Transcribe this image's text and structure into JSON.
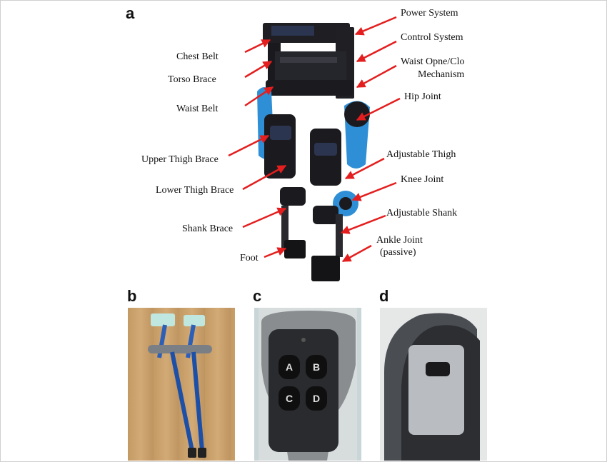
{
  "panels": {
    "a": "a",
    "b": "b",
    "c": "c",
    "d": "d"
  },
  "labels_left": {
    "chest_belt": "Chest Belt",
    "torso_brace": "Torso Brace",
    "waist_belt": "Waist Belt",
    "upper_thigh_brace": "Upper Thigh Brace",
    "lower_thigh_brace": "Lower Thigh Brace",
    "shank_brace": "Shank Brace",
    "foot": "Foot"
  },
  "labels_right": {
    "power_system": "Power System",
    "control_system": "Control System",
    "waist_mech_line1": "Waist Opne/Clo",
    "waist_mech_line2": "Mechanism",
    "hip_joint": "Hip Joint",
    "adjustable_thigh": "Adjustable Thigh",
    "knee_joint": "Knee Joint",
    "adjustable_shank": "Adjustable Shank",
    "ankle_joint_line1": "Ankle Joint",
    "ankle_joint_line2": "(passive)"
  },
  "remote_buttons": {
    "a": "A",
    "b": "B",
    "c": "C",
    "d": "D"
  },
  "colors": {
    "arrow": "#e41e1e",
    "exo_blue": "#2f8fd6",
    "exo_dark": "#1b1b1f",
    "wood": "#c9a06a",
    "crutch_blue": "#1c4fa8"
  }
}
